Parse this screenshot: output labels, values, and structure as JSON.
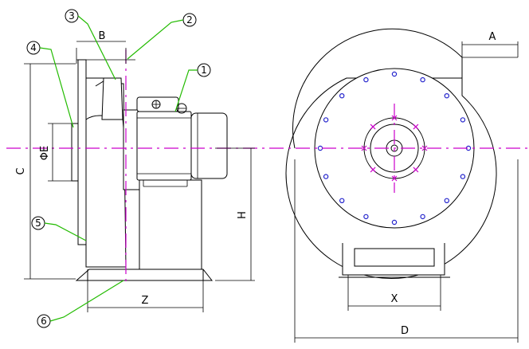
{
  "dimensions": {
    "A": "A",
    "B": "B",
    "C": "C",
    "D": "D",
    "E": "ΦE",
    "H": "H",
    "X": "X",
    "Z": "Z"
  },
  "callouts": {
    "c1": "1",
    "c2": "2",
    "c3": "3",
    "c4": "4",
    "c5": "5",
    "c6": "6"
  },
  "colors": {
    "centerline": "#cc00cc",
    "leader": "#22bb00",
    "bolt": "#2222cc"
  }
}
